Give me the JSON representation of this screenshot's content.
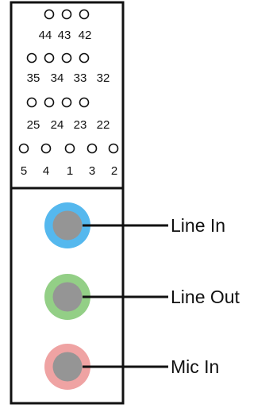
{
  "header_pins": {
    "rows": [
      [
        "44",
        "43",
        "42"
      ],
      [
        "35",
        "34",
        "33",
        "32"
      ],
      [
        "25",
        "24",
        "23",
        "22"
      ],
      [
        "5",
        "4",
        "1",
        "3",
        "2"
      ]
    ]
  },
  "jacks": [
    {
      "label": "Line In",
      "ring_color": "#55b8ee",
      "core_color": "#959595"
    },
    {
      "label": "Line Out",
      "ring_color": "#93cf86",
      "core_color": "#959595"
    },
    {
      "label": "Mic In",
      "ring_color": "#efa3a3",
      "core_color": "#959595"
    }
  ],
  "colors": {
    "outline": "#111111",
    "pin_stroke": "#111111"
  }
}
